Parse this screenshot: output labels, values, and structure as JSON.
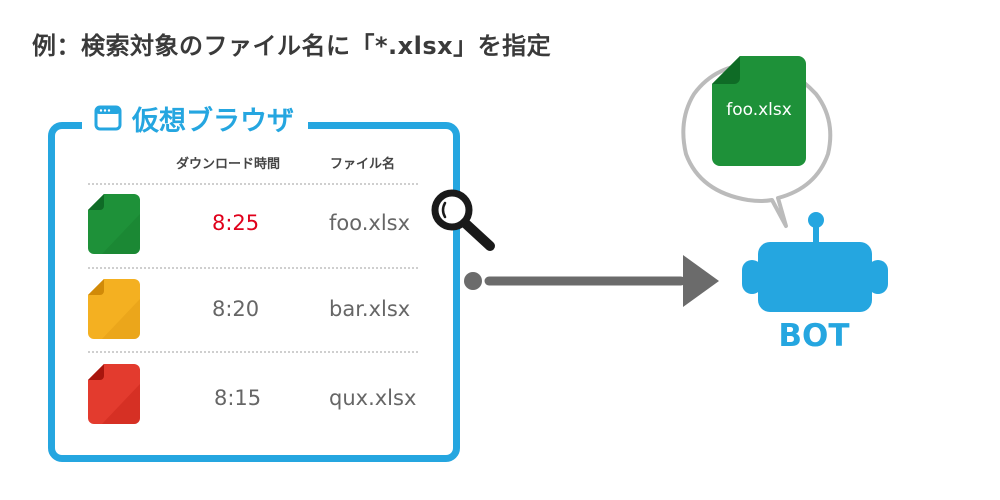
{
  "heading": "例：検索対象のファイル名に「*.xlsx」を指定",
  "browser": {
    "title": "仮想ブラウザ",
    "icon": "browser-window-icon",
    "columns": {
      "time": "ダウンロード時間",
      "name": "ファイル名"
    },
    "rows": [
      {
        "time": "8:25",
        "name": "foo.xlsx",
        "icon_color": "#1e9139",
        "time_color": "#e0001b"
      },
      {
        "time": "8:20",
        "name": "bar.xlsx",
        "icon_color": "#efaa1f",
        "time_color": "#666666"
      },
      {
        "time": "8:15",
        "name": "qux.xlsx",
        "icon_color": "#e0372c",
        "time_color": "#666666"
      }
    ]
  },
  "bubble": {
    "filename": "foo.xlsx",
    "icon_color": "#1e9139"
  },
  "bot": {
    "label": "BOT",
    "color": "#25a6e0"
  },
  "colors": {
    "accent": "#25a6e0",
    "arrow": "#6b6b6b"
  }
}
